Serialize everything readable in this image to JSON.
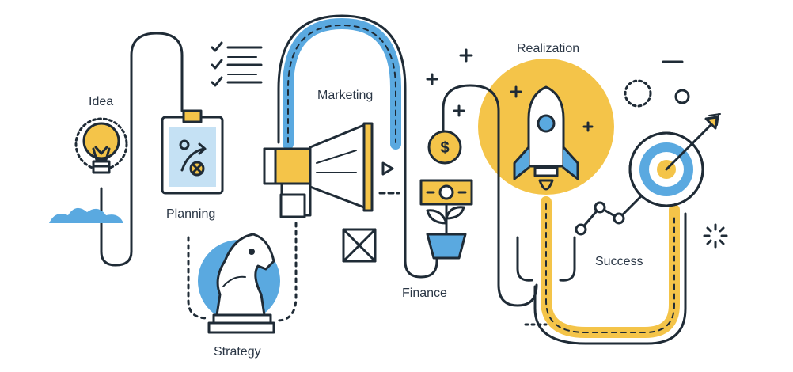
{
  "labels": {
    "idea": "Idea",
    "planning": "Planning",
    "strategy": "Strategy",
    "marketing": "Marketing",
    "finance": "Finance",
    "realization": "Realization",
    "success": "Success"
  },
  "finance_symbol": "$",
  "icons": [
    "lightbulb-icon",
    "cloud-icon",
    "checklist-icon",
    "clipboard-icon",
    "chess-knight-icon",
    "megaphone-icon",
    "crossed-box-icon",
    "play-arrow-icon",
    "coin-icon",
    "banknote-icon",
    "plant-pot-icon",
    "rocket-icon",
    "target-icon",
    "arrow-icon",
    "growth-chart-icon",
    "sparkle-icon",
    "plus-icon",
    "dotted-circle-icon",
    "ring-icon",
    "minus-icon"
  ],
  "colors": {
    "outline": "#1f2b36",
    "blue": "#5aa9e0",
    "yellow": "#f4c449",
    "white": "#ffffff"
  }
}
